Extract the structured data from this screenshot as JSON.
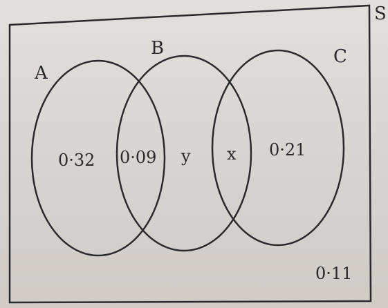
{
  "diagram": {
    "type": "venn",
    "sample_space_label": "S",
    "sets": [
      {
        "name": "A"
      },
      {
        "name": "B"
      },
      {
        "name": "C"
      }
    ],
    "regions": {
      "a_only": "0·32",
      "a_and_b": "0·09",
      "b_only": "y",
      "b_and_c": "x",
      "c_only": "0·21",
      "outside": "0·11"
    }
  },
  "colors": {
    "ink": "#2a2a2a",
    "paper": "#dcdad5"
  }
}
